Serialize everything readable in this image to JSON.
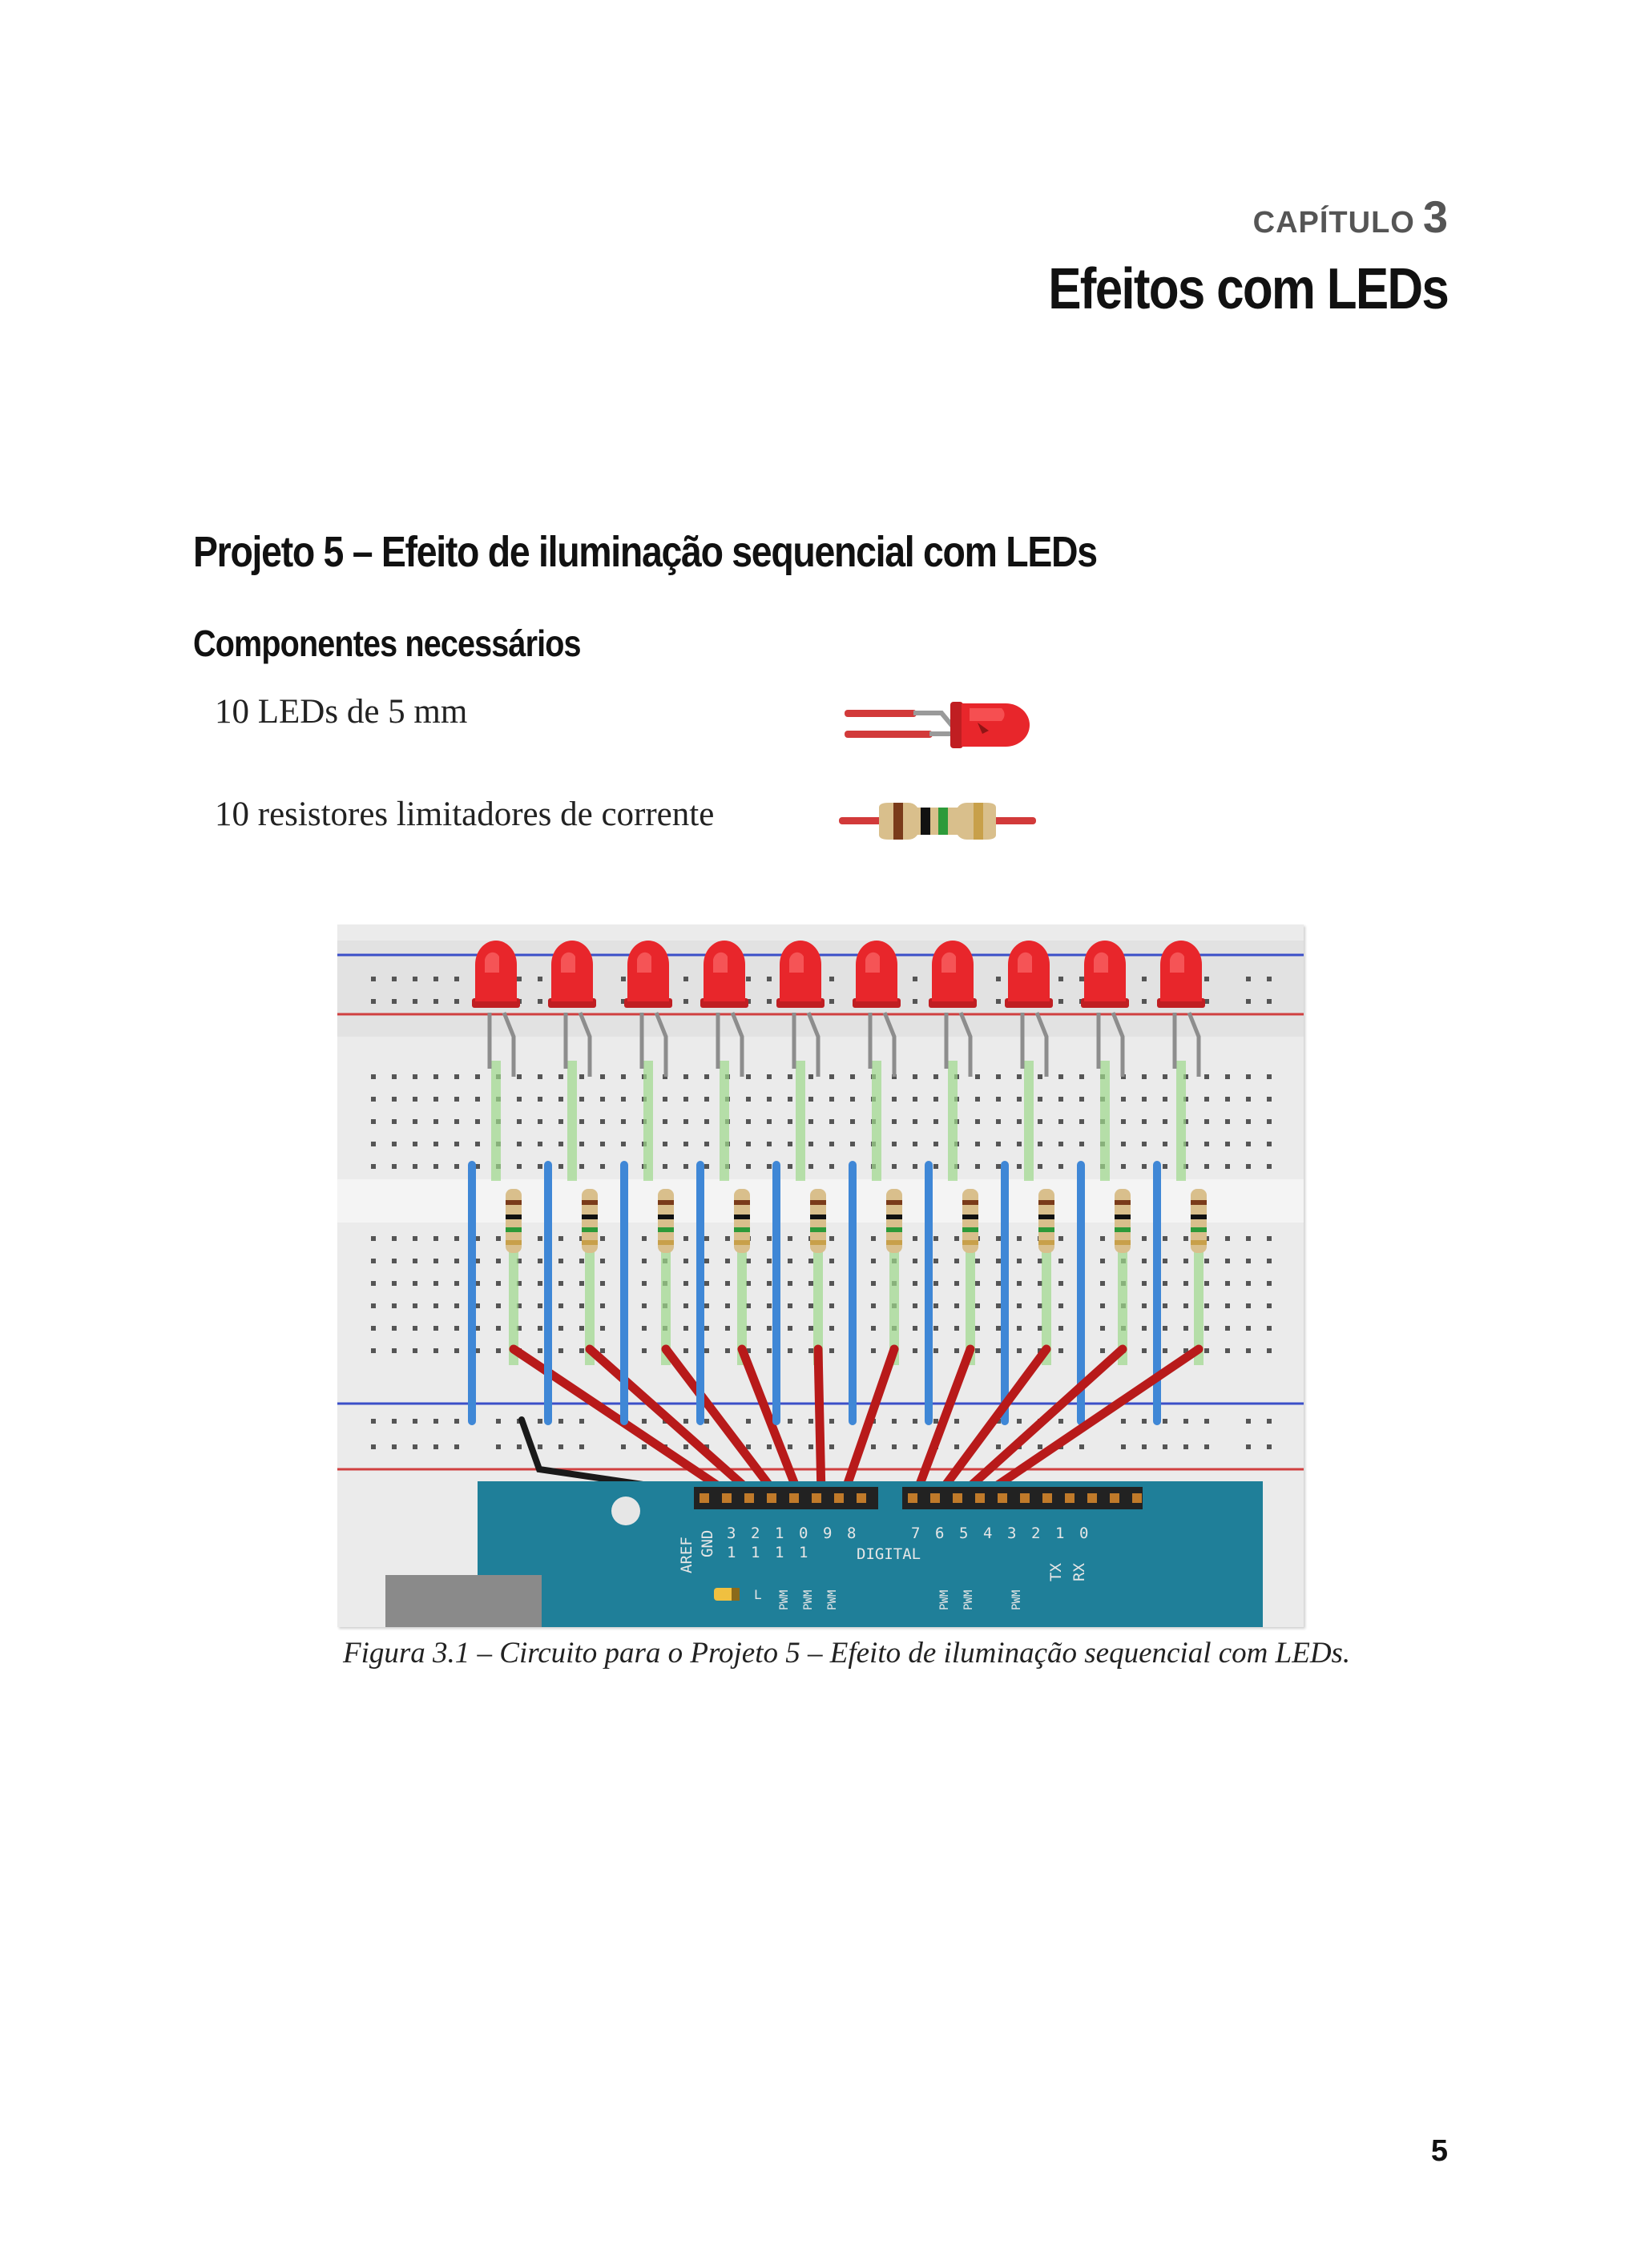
{
  "chapter": {
    "label": "CAPÍTULO",
    "number": "3",
    "title": "Efeitos com LEDs"
  },
  "project": {
    "heading": "Projeto 5 – Efeito de iluminação sequencial com LEDs"
  },
  "components": {
    "heading": "Componentes necessários",
    "items": [
      {
        "label": "10 LEDs de 5 mm",
        "icon": "red-led-icon"
      },
      {
        "label": "10 resistores limitadores de corrente",
        "icon": "resistor-icon"
      }
    ]
  },
  "figure": {
    "caption": "Figura 3.1 – Circuito para o Projeto 5 – Efeito de iluminação sequencial com LEDs.",
    "board_labels": {
      "aref": "AREF",
      "gnd": "GND",
      "digital": "DIGITAL",
      "pin_numbers_left": [
        "3",
        "2",
        "1",
        "0",
        "9",
        "8"
      ],
      "tens_row": [
        "1",
        "1",
        "1",
        "1"
      ],
      "pin_numbers_right": [
        "7",
        "6",
        "5",
        "4",
        "3",
        "2",
        "1",
        "0"
      ],
      "tx": "TX",
      "rx": "RX",
      "pwm": "PWM",
      "led_label": "L"
    },
    "colors": {
      "led": "#e8262b",
      "jumper_blue": "#3f87d6",
      "jumper_red": "#b81a1a",
      "arduino": "#1f7f99",
      "breadboard": "#ececec",
      "rail_blue": "#3b4fc8",
      "rail_red": "#d04040"
    }
  },
  "page_number": "5"
}
